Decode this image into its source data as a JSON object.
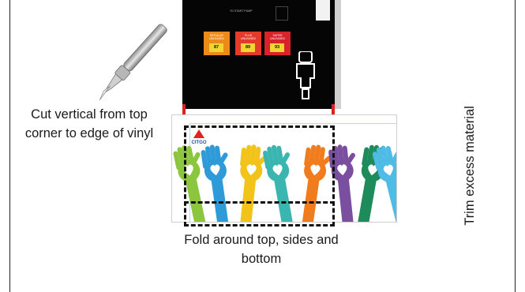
{
  "logo": {
    "brand": "CITGO"
  },
  "pump": {
    "fuel_grades": [
      {
        "label": "REGULAR UNLEADED",
        "octane": "87"
      },
      {
        "label": "PLUS UNLEADED",
        "octane": "89"
      },
      {
        "label": "SUPER UNLEADED",
        "octane": "93"
      }
    ],
    "header_text": "TO START PUMP"
  },
  "instructions": {
    "cut": "Cut vertical  from top corner to edge of vinyl",
    "fold": "Fold around top, sides and bottom",
    "trim": "Trim excess material"
  },
  "colors": {
    "cut_mark": "#e02020",
    "dash": "#111111",
    "hands": [
      "#8cc63f",
      "#2e9ad8",
      "#f2c318",
      "#3ab5b0",
      "#f07c1e",
      "#7b4fa0",
      "#1e8c5a",
      "#4fbce6"
    ]
  }
}
